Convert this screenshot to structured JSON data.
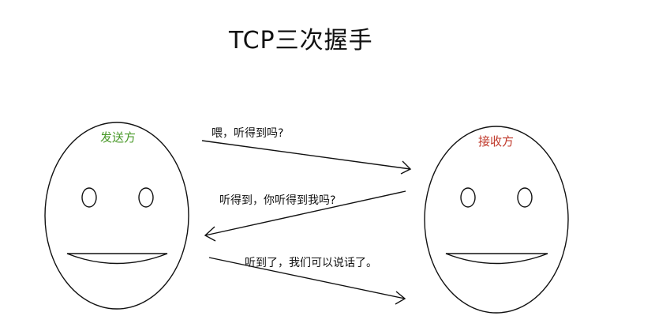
{
  "title": "TCP三次握手",
  "sender": {
    "label": "发送方",
    "color": "#4a9a2a"
  },
  "receiver": {
    "label": "接收方",
    "color": "#c0392b"
  },
  "messages": [
    {
      "text": "喂，听得到吗?",
      "direction": "sender-to-receiver"
    },
    {
      "text": "听得到，你听得到我吗?",
      "direction": "receiver-to-sender"
    },
    {
      "text": "听到了，我们可以说话了。",
      "direction": "sender-to-receiver"
    }
  ]
}
